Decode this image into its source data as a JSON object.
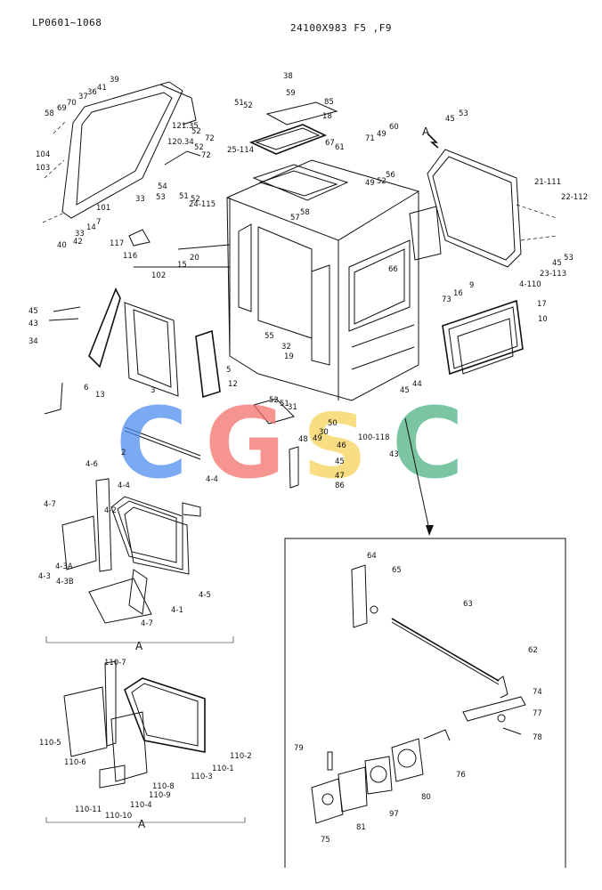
{
  "header": {
    "left_code": "LP0601~1068",
    "right_code": "24100X983 F5 ,F9"
  },
  "watermark": {
    "letters": [
      "C",
      "G",
      "S",
      "C"
    ],
    "colors": [
      "#4f8ef0",
      "#f2716b",
      "#f7d25a",
      "#4fb285"
    ]
  },
  "view_marks": {
    "arrow_a": "A",
    "section_a1": "A",
    "section_a2": "A"
  },
  "callouts": {
    "top_left": [
      "39",
      "41",
      "36",
      "37",
      "70",
      "69",
      "58",
      "104",
      "103",
      "101",
      "33",
      "14",
      "7",
      "40",
      "42",
      "33",
      "54",
      "53",
      "121.35",
      "120.34",
      "52",
      "72",
      "52",
      "72",
      "51",
      "52",
      "24-115",
      "117",
      "116"
    ],
    "top_center": [
      "38",
      "59",
      "51",
      "52",
      "85",
      "18",
      "25-114",
      "67",
      "61",
      "57",
      "58",
      "102",
      "20",
      "15",
      "66",
      "55",
      "32",
      "19",
      "52",
      "51",
      "31",
      "50",
      "30",
      "49",
      "48",
      "46",
      "45",
      "47",
      "86"
    ],
    "top_right": [
      "45",
      "53",
      "71",
      "49",
      "60",
      "56",
      "52",
      "49",
      "21-111",
      "22-112",
      "16",
      "9",
      "73",
      "4-110",
      "23-113",
      "45",
      "53",
      "17",
      "10",
      "45",
      "44",
      "100-118",
      "43"
    ],
    "left_side": [
      "45",
      "43",
      "34",
      "6",
      "13",
      "3",
      "5",
      "12",
      "2"
    ],
    "detail_a": [
      "4-6",
      "4-4",
      "4-4",
      "4-7",
      "4-2",
      "4-3A",
      "4-3",
      "4-3B",
      "4-5",
      "4-1",
      "4-7"
    ],
    "detail_b": [
      "110-7",
      "110-5",
      "110-6",
      "110-2",
      "110-1",
      "110-3",
      "110-8",
      "110-9",
      "110-4",
      "110-11",
      "110-10"
    ],
    "inset": [
      "64",
      "65",
      "63",
      "62",
      "74",
      "77",
      "78",
      "79",
      "76",
      "80",
      "97",
      "81",
      "75"
    ]
  }
}
